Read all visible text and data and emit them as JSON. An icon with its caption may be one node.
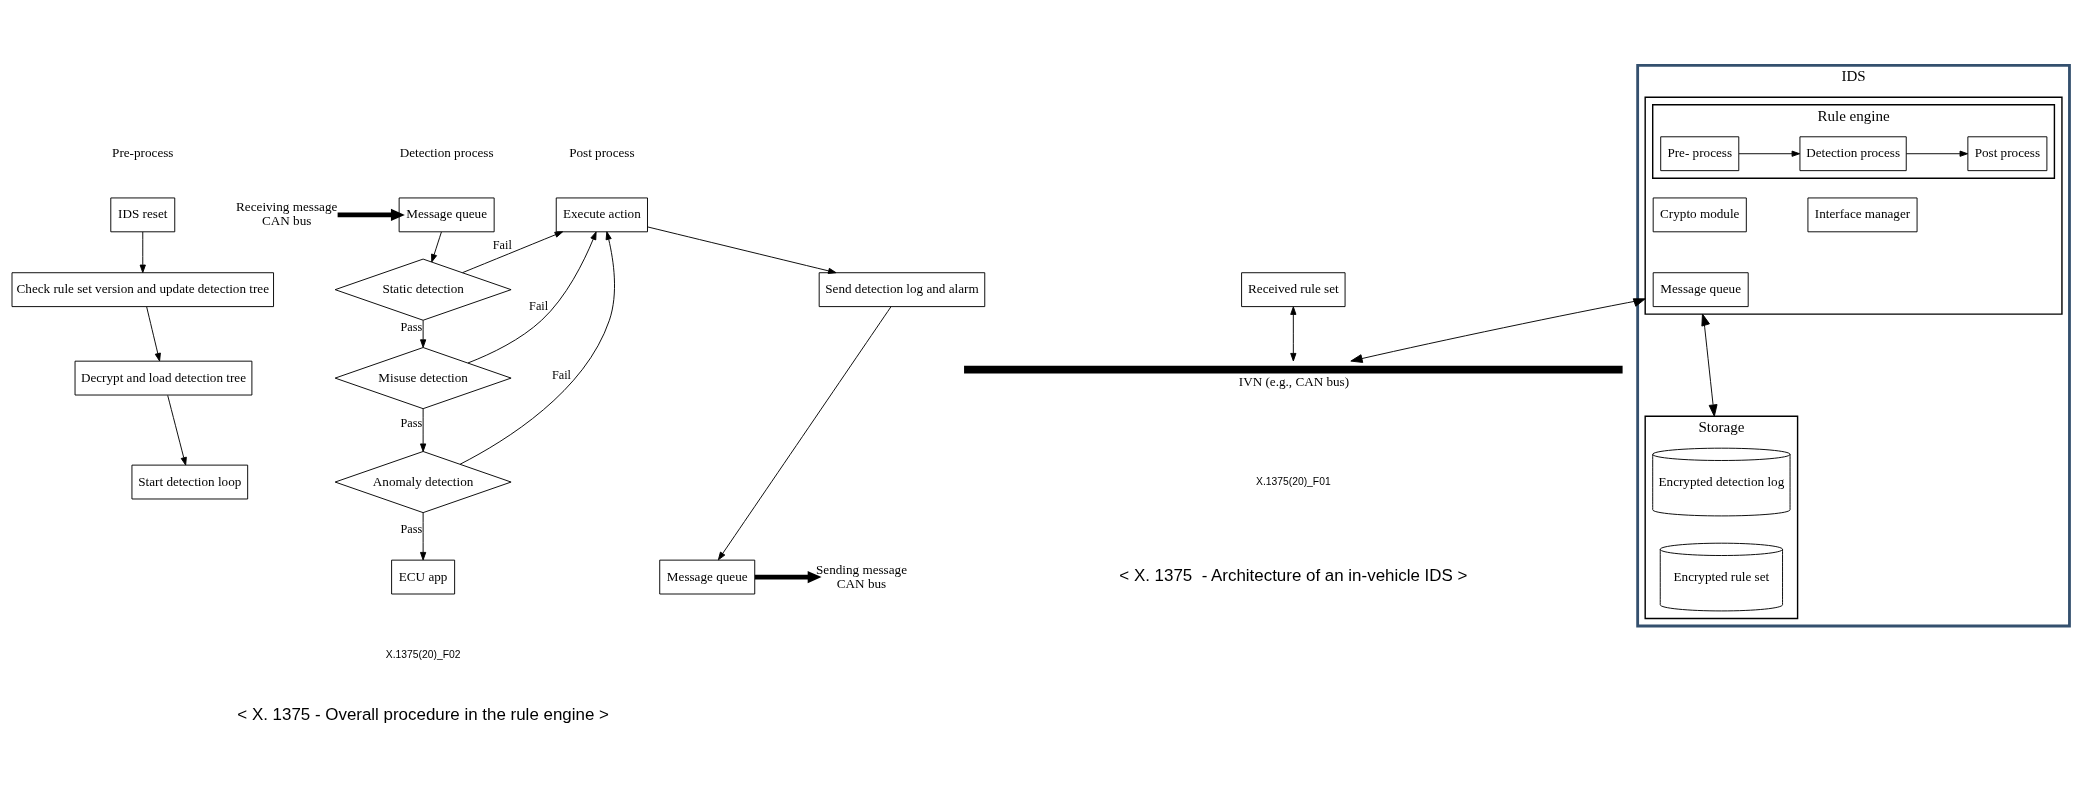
{
  "diagram": {
    "nodes": [
      {
        "text": [
          "IDS reset"
        ]
      },
      {
        "text": [
          "Check rule set version and update detection tree"
        ]
      },
      {
        "text": [
          "Decrypt and load detection tree"
        ]
      },
      {
        "text": [
          "Start detection loop"
        ]
      },
      {
        "text": [
          "Message queue"
        ]
      },
      {
        "text": [
          "Static detection"
        ]
      },
      {
        "text": [
          "Misuse detection"
        ]
      },
      {
        "text": [
          "Anomaly detection"
        ]
      },
      {
        "text": [
          "ECU app"
        ]
      },
      {
        "text": [
          "Execute action"
        ]
      },
      {
        "text": [
          "Send detection log and alarm"
        ]
      },
      {
        "text": [
          "Message queue"
        ]
      },
      {
        "text": [
          "Received rule set"
        ]
      },
      {
        "text": [
          "IDS"
        ]
      },
      {
        "text": [],
        "shape": "box",
        "in": 13
      },
      {
        "text": [
          "Rule engine"
        ],
        "in": 14
      },
      {
        "text": [
          "Pre- process"
        ],
        "in": 15
      },
      {
        "text": [
          "Detection process"
        ],
        "in": 15
      },
      {
        "text": [
          "Post process"
        ],
        "in": 15
      },
      {
        "text": [
          "Crypto module"
        ],
        "in": 14
      },
      {
        "text": [
          "Interface manager"
        ],
        "in": 14
      },
      {
        "text": [
          "Message queue"
        ],
        "in": 14
      },
      {
        "text": [
          "Storage"
        ],
        "in": 13
      },
      {
        "text": [
          "Encrypted detection log"
        ],
        "in": 22
      },
      {
        "text": [
          "Encrypted rule set"
        ],
        "in": 22
      },
      {
        "text": [
          "IVN (e.g., CAN bus)"
        ]
      },
      {
        "text": [
          "Receiving message",
          "CAN bus"
        ]
      },
      {
        "text": [
          "Sending message",
          "CAN bus"
        ]
      }
    ],
    "edges": [
      {
        "from": 0,
        "to": 1,
        "arrow": "to"
      },
      {
        "from": 1,
        "to": 2,
        "arrow": "to"
      },
      {
        "from": 2,
        "to": 3,
        "arrow": "to"
      },
      {
        "from": 26,
        "to": 4,
        "arrow": "to",
        "style": "thick"
      },
      {
        "from": 4,
        "to": 5,
        "arrow": "to"
      },
      {
        "from": 5,
        "to": 6,
        "arrow": "to",
        "label": "Pass"
      },
      {
        "from": 6,
        "to": 7,
        "arrow": "to",
        "label": "Pass"
      },
      {
        "from": 7,
        "to": 8,
        "arrow": "to",
        "label": "Pass"
      },
      {
        "from": 5,
        "to": 9,
        "arrow": "to",
        "label": "Fail"
      },
      {
        "from": 6,
        "to": 9,
        "arrow": "to",
        "label": "Fail"
      },
      {
        "from": 7,
        "to": 9,
        "arrow": "to",
        "label": "Fail"
      },
      {
        "from": 9,
        "to": 10,
        "arrow": "to"
      },
      {
        "from": 10,
        "to": 11,
        "arrow": "to"
      },
      {
        "from": 11,
        "to": 27,
        "arrow": "to",
        "style": "thick"
      },
      {
        "from": 16,
        "to": 17,
        "arrow": "to"
      },
      {
        "from": 17,
        "to": 18,
        "arrow": "to"
      },
      {
        "from": 14,
        "to": 22,
        "arrow": "both"
      },
      {
        "from": 12,
        "to": 25,
        "arrow": "both"
      },
      {
        "from": 14,
        "to": 25,
        "arrow": "both"
      }
    ],
    "labels": [
      "Pre-process",
      "Detection process",
      "Post process",
      "X.1375(20)_F02",
      "< X. 1375 - Overall procedure in the rule engine >",
      "X.1375(20)_F01",
      "< X. 1375  - Architecture of an in-vehicle IDS >"
    ]
  }
}
